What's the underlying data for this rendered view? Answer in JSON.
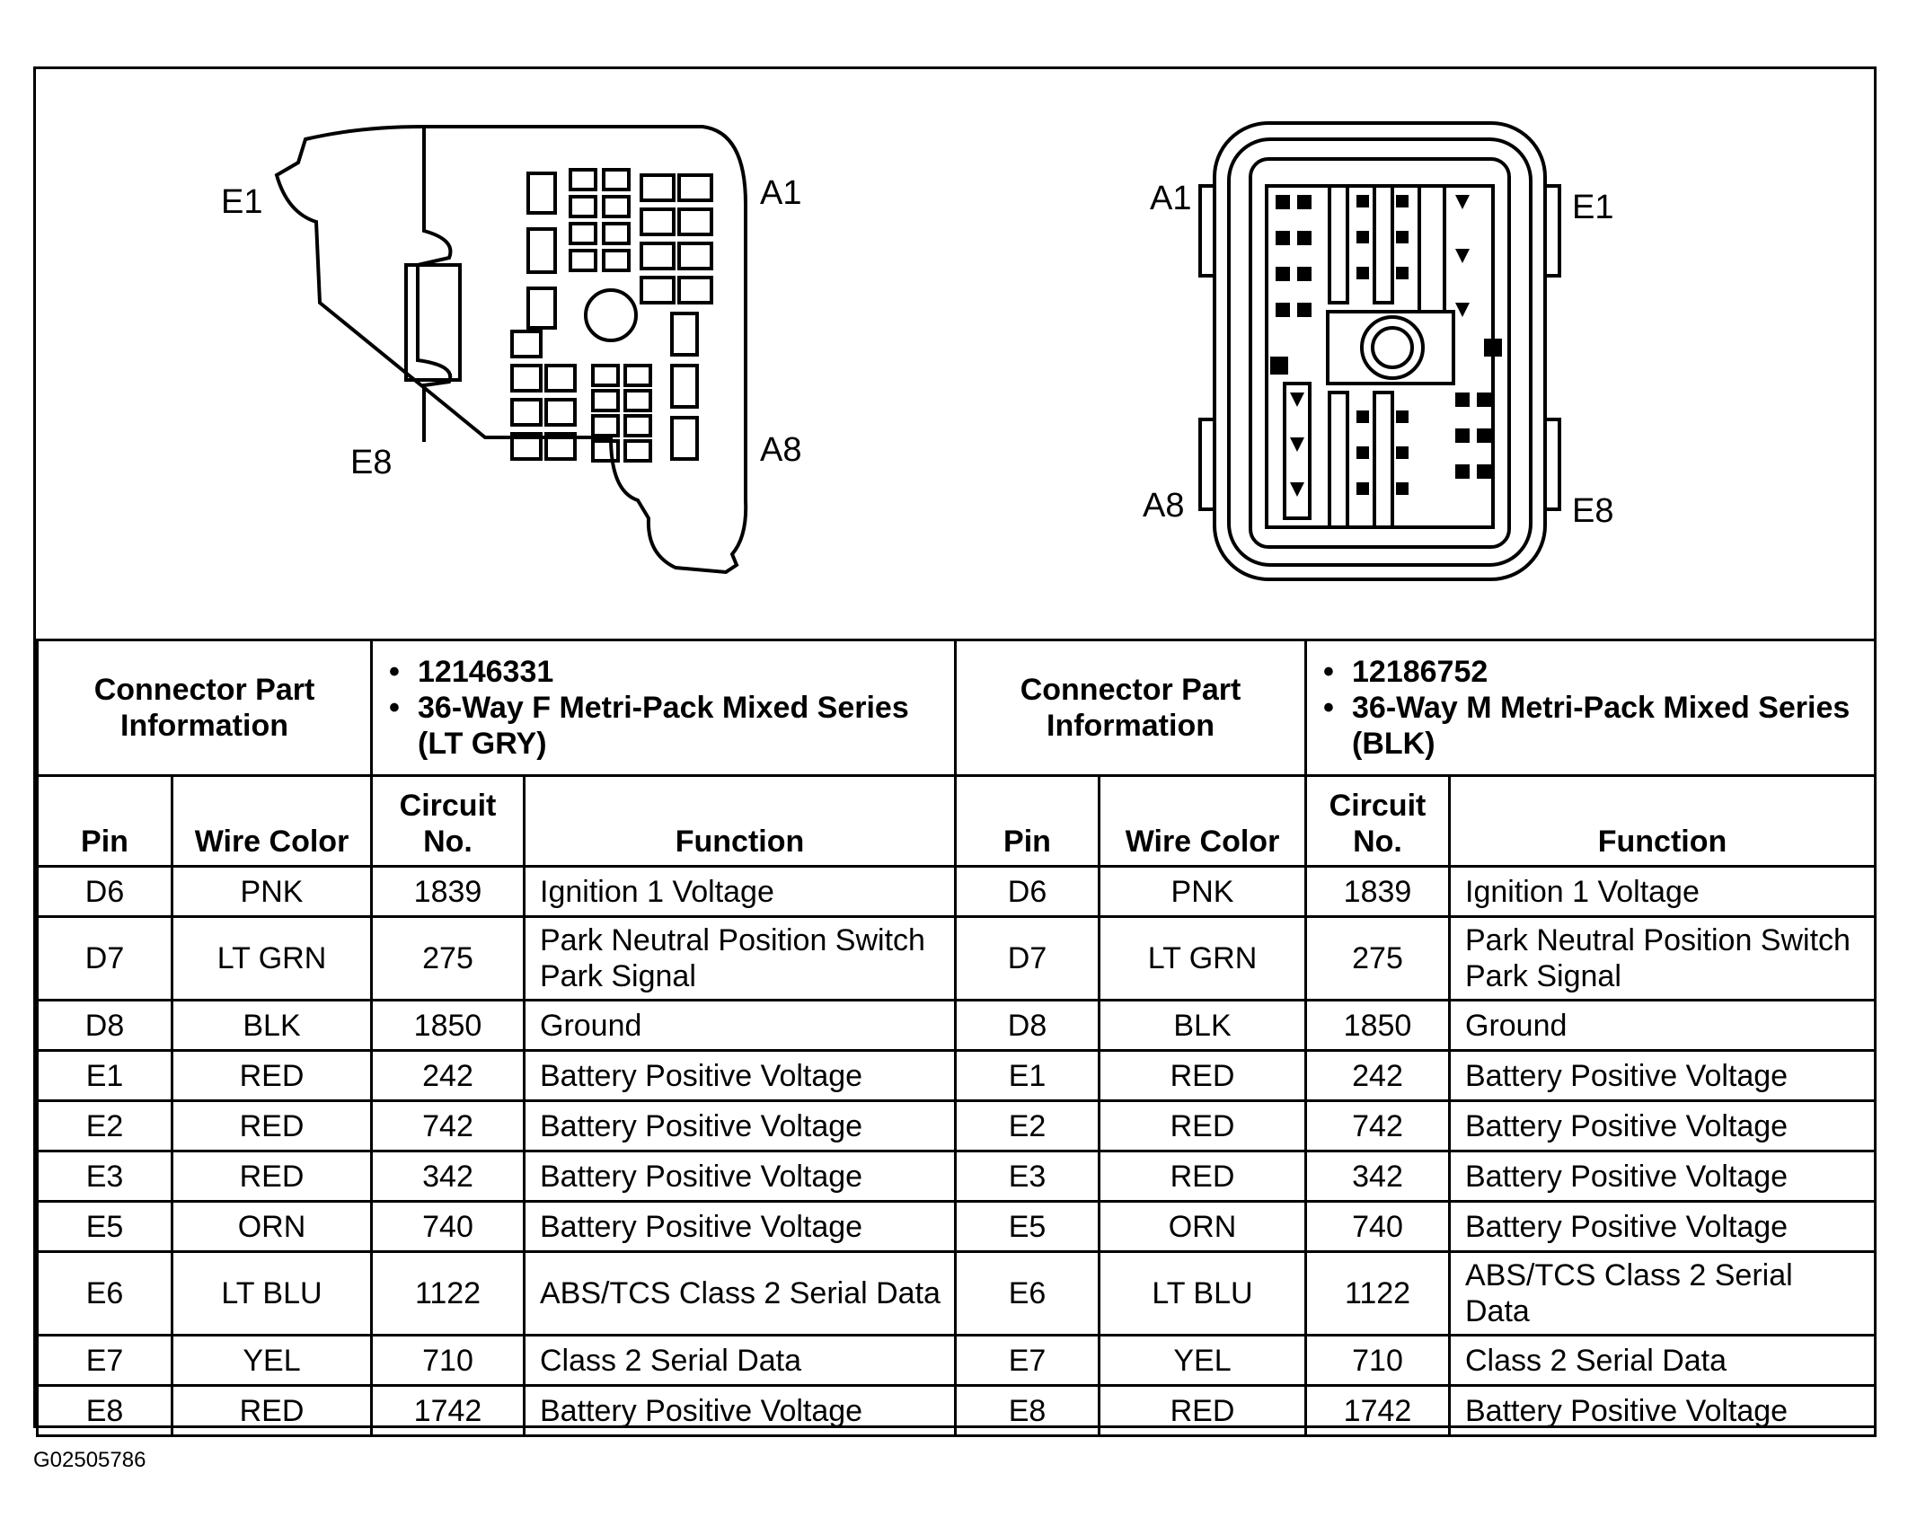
{
  "diagram": {
    "left_connector": {
      "labels": [
        "E1",
        "A1",
        "E8",
        "A8"
      ]
    },
    "right_connector": {
      "labels": [
        "A1",
        "E1",
        "A8",
        "E8"
      ]
    }
  },
  "part_info": {
    "left": {
      "heading": "Connector Part Information",
      "items": [
        "12146331",
        "36-Way F Metri-Pack Mixed Series (LT GRY)"
      ]
    },
    "right": {
      "heading": "Connector Part Information",
      "items": [
        "12186752",
        "36-Way M Metri-Pack Mixed Series (BLK)"
      ]
    }
  },
  "columns": {
    "left": [
      "Pin",
      "Wire Color",
      "Circuit No.",
      "Function"
    ],
    "right": [
      "Pin",
      "Wire Color",
      "Circuit No.",
      "Function"
    ]
  },
  "rows": [
    {
      "pin": "D6",
      "color": "PNK",
      "circuit": "1839",
      "function_left": "Ignition 1 Voltage",
      "function_right": "Ignition 1 Voltage"
    },
    {
      "pin": "D7",
      "color": "LT GRN",
      "circuit": "275",
      "function_left": "Park Neutral Position Switch Park Signal",
      "function_right": "Park Neutral Position Switch Park Signal"
    },
    {
      "pin": "D8",
      "color": "BLK",
      "circuit": "1850",
      "function_left": "Ground",
      "function_right": "Ground"
    },
    {
      "pin": "E1",
      "color": "RED",
      "circuit": "242",
      "function_left": "Battery Positive Voltage",
      "function_right": "Battery Positive Voltage"
    },
    {
      "pin": "E2",
      "color": "RED",
      "circuit": "742",
      "function_left": "Battery Positive Voltage",
      "function_right": "Battery Positive Voltage"
    },
    {
      "pin": "E3",
      "color": "RED",
      "circuit": "342",
      "function_left": "Battery Positive Voltage",
      "function_right": "Battery Positive Voltage"
    },
    {
      "pin": "E5",
      "color": "ORN",
      "circuit": "740",
      "function_left": "Battery Positive Voltage",
      "function_right": "Battery Positive Voltage"
    },
    {
      "pin": "E6",
      "color": "LT BLU",
      "circuit": "1122",
      "function_left": "ABS/TCS Class 2 Serial Data",
      "function_right": "ABS/TCS Class 2 Serial Data"
    },
    {
      "pin": "E7",
      "color": "YEL",
      "circuit": "710",
      "function_left": "Class 2 Serial Data",
      "function_right": "Class 2 Serial Data"
    },
    {
      "pin": "E8",
      "color": "RED",
      "circuit": "1742",
      "function_left": "Battery Positive Voltage",
      "function_right": "Battery Positive Voltage"
    }
  ],
  "footer": "G02505786"
}
